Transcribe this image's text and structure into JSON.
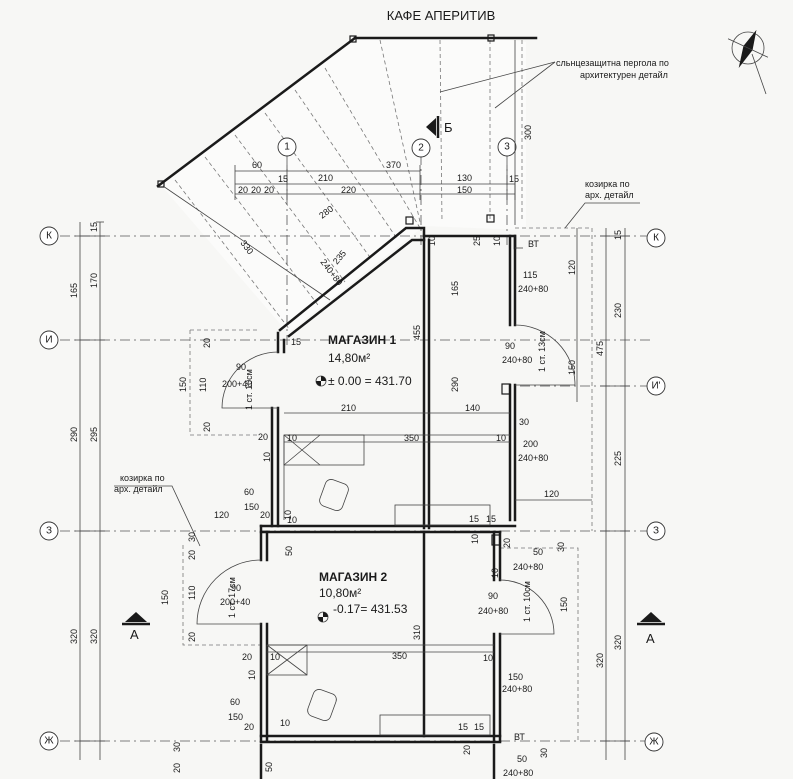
{
  "title": "КАФЕ АПЕРИТИВ",
  "notes": {
    "pergola_line1": "сльнцезащитна пергола по",
    "pergola_line2": "архитектурен детайл",
    "kozirka_line1": "козирка по",
    "kozirka_line2": "арх. детайл"
  },
  "section_marks": {
    "b": "Б",
    "a": "А"
  },
  "grid_rows": [
    "К",
    "И",
    "И'",
    "З",
    "Ж"
  ],
  "grid_cols": [
    "1",
    "2",
    "3"
  ],
  "rooms": [
    {
      "name": "МАГАЗИН 1",
      "area": "14,80м²",
      "level": "± 0.00 = 431.70"
    },
    {
      "name": "МАГАЗИН 2",
      "area": "10,80м²",
      "level": "-0.17= 431.53"
    }
  ],
  "labels": {
    "vt": "ВТ",
    "door1": "1 ст. 10см",
    "door2": "1 ст. 13см",
    "door3": "1 ст. 17см",
    "door4": "1 ст. 10см"
  },
  "dims": {
    "d60": "60",
    "d370": "370",
    "d210": "210",
    "d130": "130",
    "d20": "20",
    "d220": "220",
    "d150": "150",
    "d15": "15",
    "d280": "280",
    "d330": "330",
    "d235": "235",
    "d240_80": "240+80",
    "d300": "300",
    "d165": "165",
    "d170": "170",
    "d455": "455",
    "d115": "115",
    "d120": "120",
    "d230": "230",
    "d475": "475",
    "d90": "90",
    "d200_40": "200+40",
    "d110": "110",
    "d290": "290",
    "d140": "140",
    "d350": "350",
    "d10": "10",
    "d30": "30",
    "d200": "200",
    "d225": "225",
    "d295": "295",
    "d50": "50",
    "d310": "310",
    "d320": "320",
    "d25": "25"
  }
}
